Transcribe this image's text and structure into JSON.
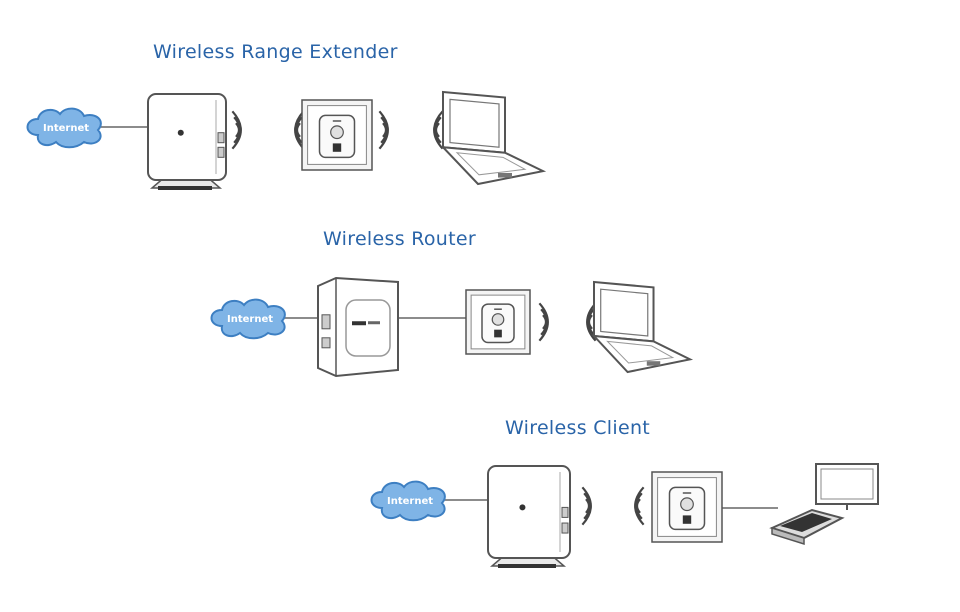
{
  "colors": {
    "title": "#2a64a8",
    "cloud_fill": "#7fb4e6",
    "cloud_stroke": "#3d7fc2",
    "cloud_text": "#ffffff",
    "device_stroke": "#555555",
    "device_fill": "#ffffff",
    "link_line": "#666666"
  },
  "cloud_label": "Internet",
  "icons": {
    "cloud": "internet-cloud-icon",
    "router": "wireless-router-icon",
    "extender": "wall-plug-extender-icon",
    "laptop": "laptop-icon",
    "desktop": "desktop-computer-icon",
    "signal": "wifi-signal-waves-icon"
  },
  "scenarios": [
    {
      "title": "Wireless Range Extender",
      "router_to_extender": "wireless",
      "extender_to_client": "wireless",
      "client": "laptop"
    },
    {
      "title": "Wireless Router",
      "router_to_extender": "wired",
      "extender_to_client": "wireless",
      "client": "laptop"
    },
    {
      "title": "Wireless Client",
      "router_to_extender": "wireless",
      "extender_to_client": "wired",
      "client": "desktop"
    }
  ]
}
